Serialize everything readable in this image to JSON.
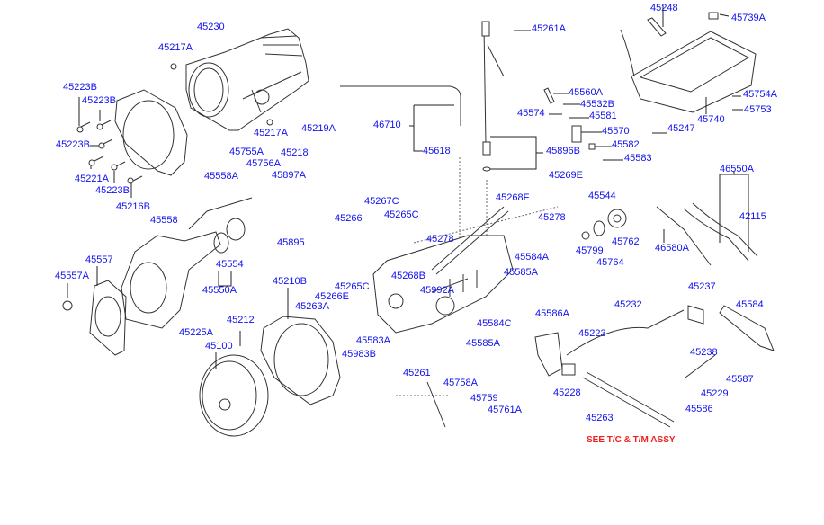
{
  "diagram": {
    "labels": [
      "45230",
      "45217A",
      "45223B",
      "45223B",
      "45223B",
      "45221A",
      "45223B",
      "45216B",
      "45217A",
      "45219A",
      "45755A",
      "45218",
      "45756A",
      "46710",
      "45618",
      "45261A",
      "45896B",
      "45560A",
      "45532B",
      "45574",
      "45581",
      "45570",
      "45582",
      "45583",
      "45248",
      "45739A",
      "45754A",
      "45753",
      "45740",
      "45247",
      "45558A",
      "45897A",
      "45267C",
      "45265C",
      "45266",
      "45895",
      "45558",
      "45557",
      "45554",
      "45550A",
      "45557A",
      "45269E",
      "45268F",
      "45278",
      "45278",
      "45544",
      "45762",
      "45799",
      "45764",
      "46550A",
      "42115",
      "46580A",
      "45584A",
      "45585A",
      "45586A",
      "45268B",
      "45265C",
      "45266E",
      "45992A",
      "45210B",
      "45263A",
      "45225A",
      "45212",
      "45100",
      "45583A",
      "45983B",
      "45584C",
      "45585A",
      "45261",
      "45758A",
      "45759",
      "45761A",
      "45223",
      "45232",
      "45237",
      "45238",
      "45584",
      "45587",
      "45229",
      "45586",
      "45228",
      "45263"
    ],
    "note": "SEE T/C & T/M ASSY",
    "label_color": "#1010ee",
    "note_color": "#ee2020"
  }
}
